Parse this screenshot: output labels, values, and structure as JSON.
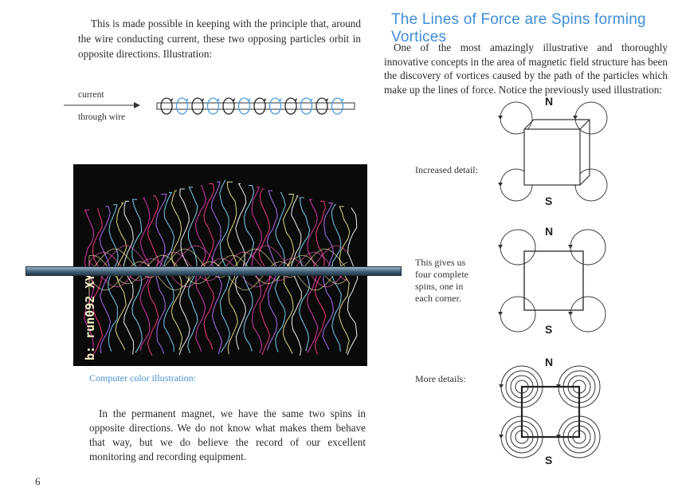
{
  "left": {
    "intro": "This is made possible in keeping with the principle that, around the wire conducting current, these two opposing particles orbit in opposite directions.  Illustration:",
    "current_label_1": "current",
    "current_label_2": "through wire",
    "photo_overlay_text": "b: run092  XYZ",
    "caption": "Computer color illustration:",
    "closing": "In the permanent magnet, we have the same two spins in opposite directions.  We do not know what makes them behave that way, but we do believe the record of our excellent monitoring and recording equipment."
  },
  "right": {
    "heading": "The Lines of Force are Spins forming Vortices",
    "intro": "One of the most amazingly illustrative and thoroughly innovative concepts in the area of magnetic field structure has been the discovery of vortices caused by the path of the particles which make up the lines of force.  Notice the previously used illustration:",
    "label_increased": "Increased detail:",
    "label_four_spins": "This gives us four complete spins, one in each corner.",
    "label_more": "More details:",
    "pole_n": "N",
    "pole_s": "S"
  },
  "page_number": "6",
  "colors": {
    "heading": "#3d8ed8",
    "caption": "#4a8fd0"
  }
}
